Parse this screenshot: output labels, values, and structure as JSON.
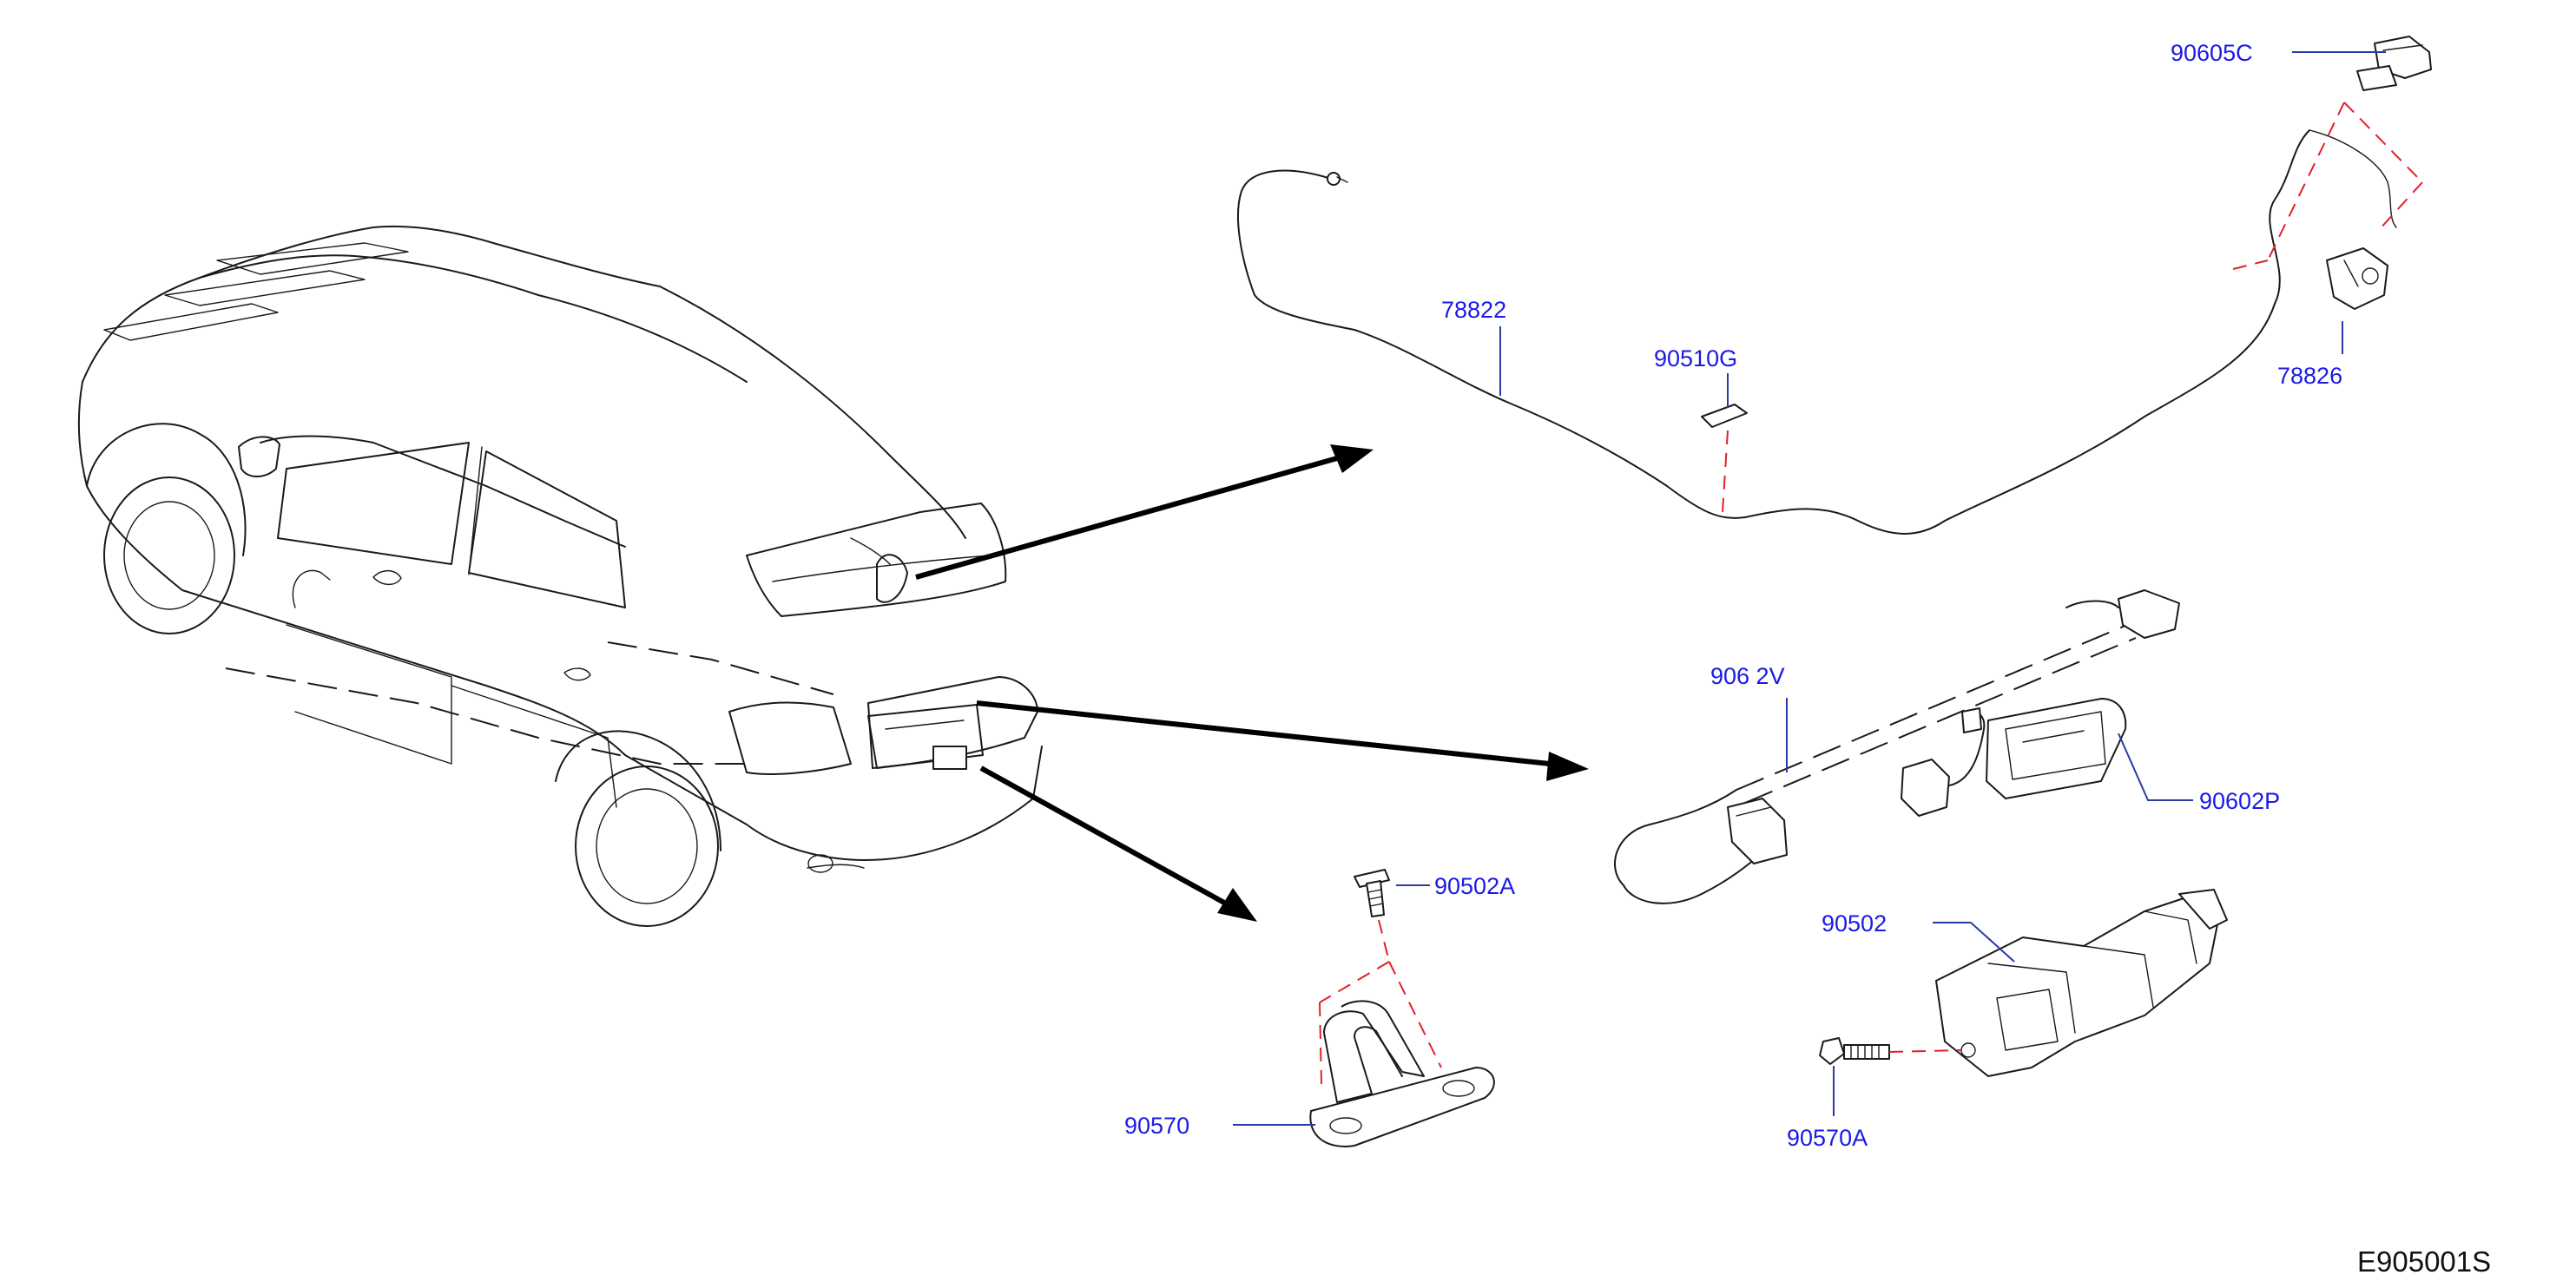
{
  "labels": {
    "p78822": "78822",
    "p90510G": "90510G",
    "p90605C": "90605C",
    "p78826": "78826",
    "p906x2V": "906 2V",
    "p90602P": "90602P",
    "p90502A": "90502A",
    "p90502": "90502",
    "p90570": "90570",
    "p90570A": "90570A"
  },
  "figure_id": "E905001S",
  "colors": {
    "callout_text": "#1a1ae6",
    "leader_line": "#2a3aa8",
    "assembly_dash": "#e0202a",
    "line_art": "#1a1a1a"
  }
}
